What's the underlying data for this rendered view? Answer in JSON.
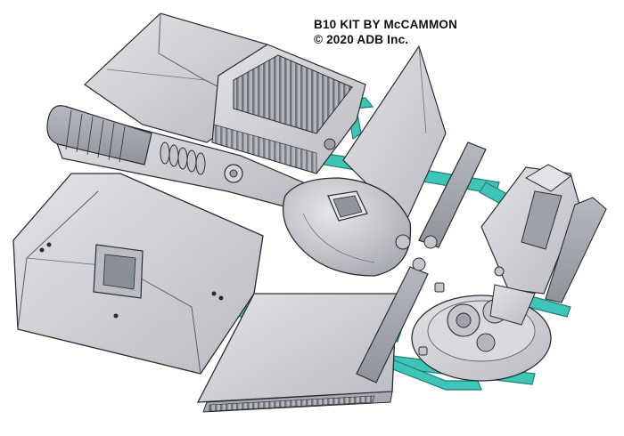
{
  "caption": {
    "line1": "B10 KIT BY McCAMMON",
    "line2": "© 2020 ADB Inc."
  },
  "colors": {
    "background": "#ffffff",
    "part_gray": "#c9cbd0",
    "part_light": "#dfe0e4",
    "part_dark": "#9ea1a8",
    "outline": "#2a2c30",
    "sprue_teal": "#3fc4b8",
    "sprue_dark": "#28968c"
  },
  "subject": "exploded 3D CAD render of a starship model kit with teal sprue frame"
}
